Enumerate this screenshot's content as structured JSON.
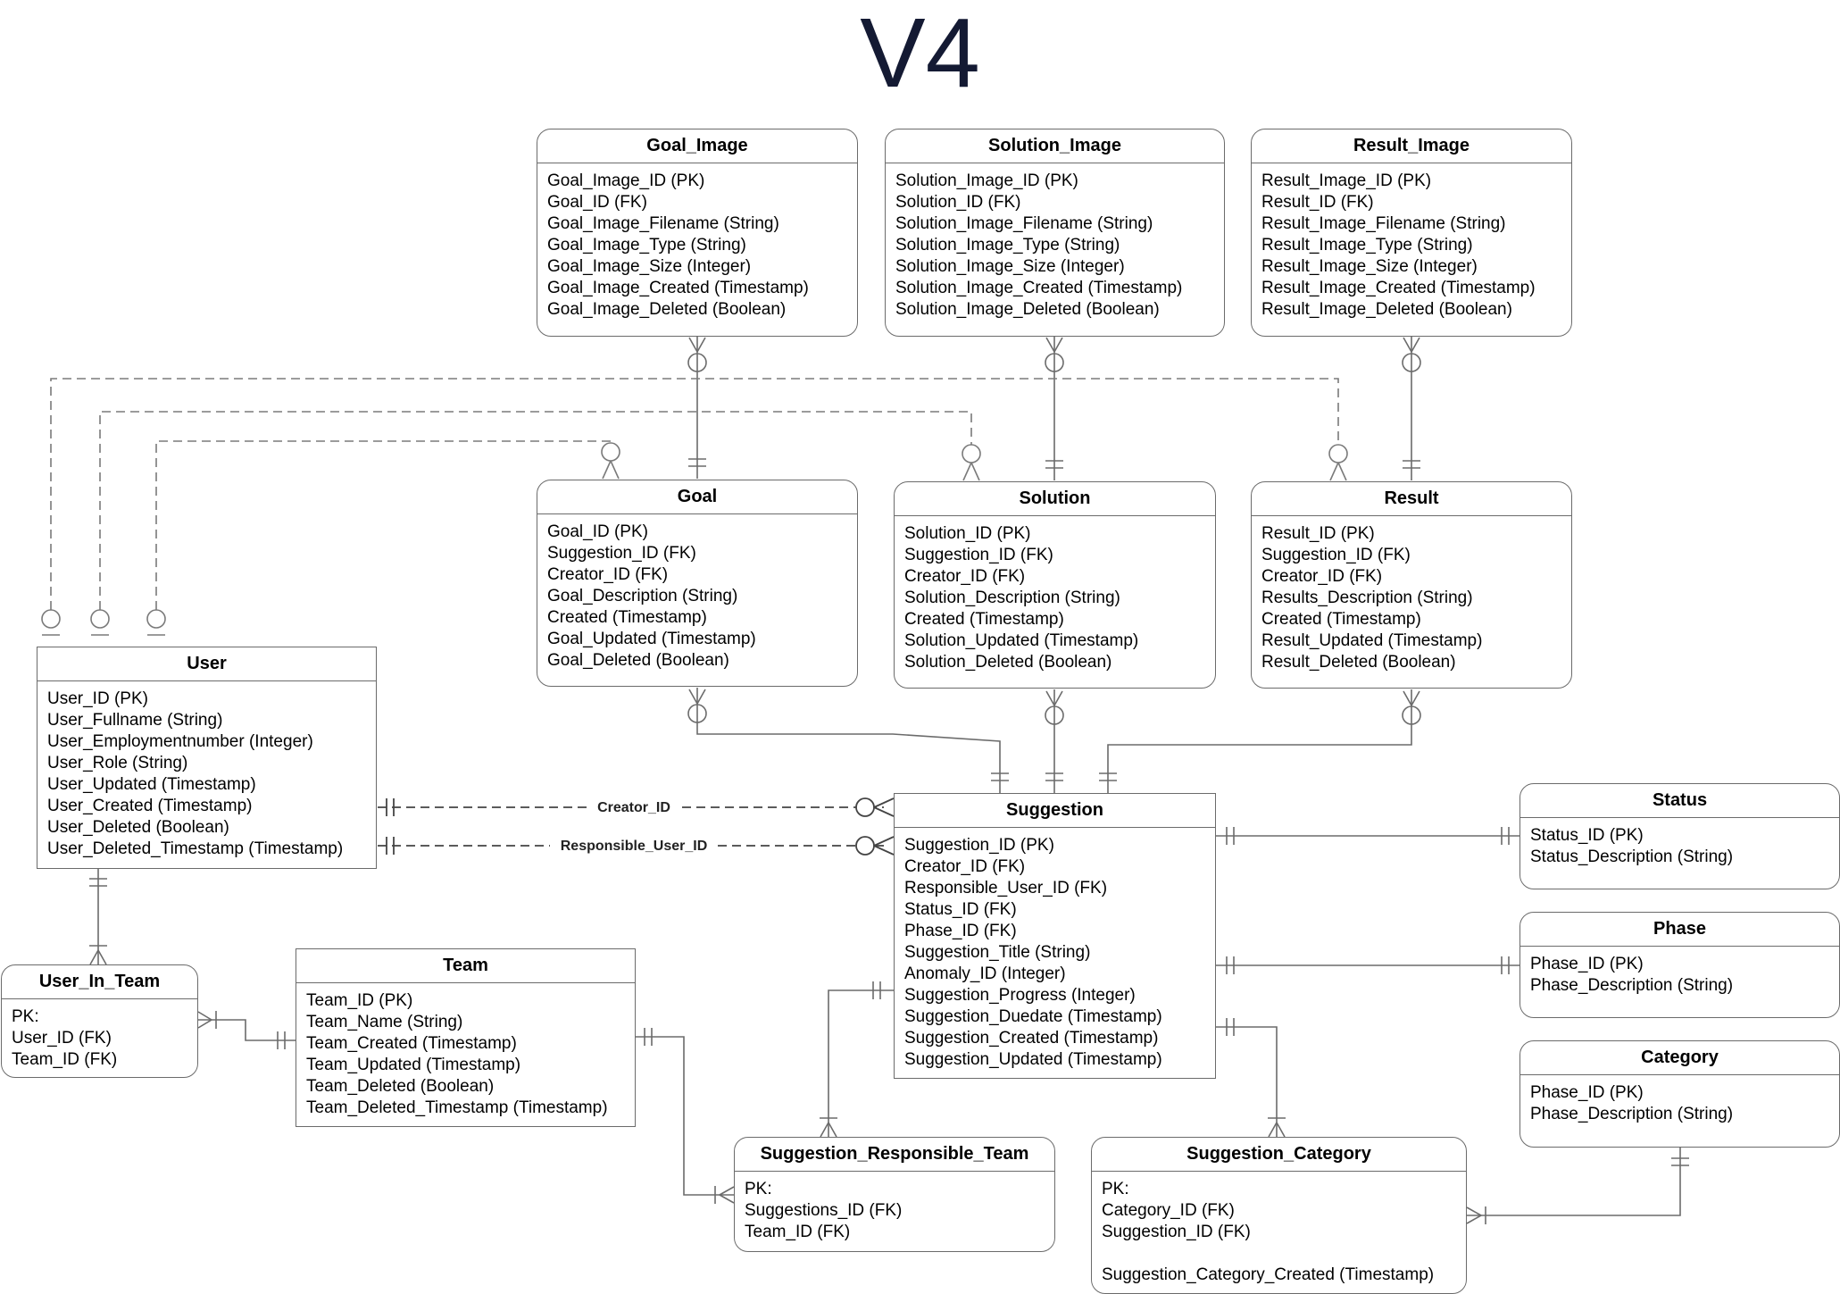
{
  "title": "V4",
  "entities": {
    "goal_image": {
      "name": "Goal_Image",
      "attributes": [
        "Goal_Image_ID (PK)",
        "Goal_ID (FK)",
        "Goal_Image_Filename (String)",
        "Goal_Image_Type (String)",
        "Goal_Image_Size (Integer)",
        "Goal_Image_Created (Timestamp)",
        "Goal_Image_Deleted (Boolean)"
      ]
    },
    "solution_image": {
      "name": "Solution_Image",
      "attributes": [
        "Solution_Image_ID (PK)",
        "Solution_ID (FK)",
        "Solution_Image_Filename (String)",
        "Solution_Image_Type (String)",
        "Solution_Image_Size (Integer)",
        "Solution_Image_Created (Timestamp)",
        "Solution_Image_Deleted (Boolean)"
      ]
    },
    "result_image": {
      "name": "Result_Image",
      "attributes": [
        "Result_Image_ID (PK)",
        "Result_ID (FK)",
        "Result_Image_Filename (String)",
        "Result_Image_Type (String)",
        "Result_Image_Size (Integer)",
        "Result_Image_Created (Timestamp)",
        "Result_Image_Deleted (Boolean)"
      ]
    },
    "goal": {
      "name": "Goal",
      "attributes": [
        "Goal_ID (PK)",
        "Suggestion_ID (FK)",
        "Creator_ID (FK)",
        "Goal_Description (String)",
        "Created (Timestamp)",
        "Goal_Updated (Timestamp)",
        "Goal_Deleted (Boolean)"
      ]
    },
    "solution": {
      "name": "Solution",
      "attributes": [
        "Solution_ID (PK)",
        "Suggestion_ID (FK)",
        "Creator_ID (FK)",
        "Solution_Description (String)",
        "Created (Timestamp)",
        "Solution_Updated (Timestamp)",
        "Solution_Deleted (Boolean)"
      ]
    },
    "result": {
      "name": "Result",
      "attributes": [
        "Result_ID (PK)",
        "Suggestion_ID (FK)",
        "Creator_ID (FK)",
        "Results_Description (String)",
        "Created (Timestamp)",
        "Result_Updated (Timestamp)",
        "Result_Deleted (Boolean)"
      ]
    },
    "user": {
      "name": "User",
      "attributes": [
        "User_ID (PK)",
        "User_Fullname (String)",
        "User_Employmentnumber (Integer)",
        "User_Role (String)",
        "User_Updated (Timestamp)",
        "User_Created (Timestamp)",
        "User_Deleted (Boolean)",
        "User_Deleted_Timestamp (Timestamp)"
      ]
    },
    "suggestion": {
      "name": "Suggestion",
      "attributes": [
        "Suggestion_ID (PK)",
        "Creator_ID (FK)",
        "Responsible_User_ID (FK)",
        "Status_ID (FK)",
        "Phase_ID (FK)",
        "Suggestion_Title (String)",
        "Anomaly_ID (Integer)",
        "Suggestion_Progress (Integer)",
        "Suggestion_Duedate (Timestamp)",
        "Suggestion_Created (Timestamp)",
        "Suggestion_Updated (Timestamp)"
      ]
    },
    "status": {
      "name": "Status",
      "attributes": [
        "Status_ID (PK)",
        "Status_Description (String)"
      ]
    },
    "phase": {
      "name": "Phase",
      "attributes": [
        "Phase_ID (PK)",
        "Phase_Description (String)"
      ]
    },
    "category": {
      "name": "Category",
      "attributes": [
        "Phase_ID (PK)",
        "Phase_Description (String)"
      ]
    },
    "user_in_team": {
      "name": "User_In_Team",
      "attributes": [
        "PK:",
        "User_ID (FK)",
        "Team_ID (FK)"
      ]
    },
    "team": {
      "name": "Team",
      "attributes": [
        "Team_ID (PK)",
        "Team_Name (String)",
        "Team_Created (Timestamp)",
        "Team_Updated (Timestamp)",
        "Team_Deleted (Boolean)",
        "Team_Deleted_Timestamp (Timestamp)"
      ]
    },
    "suggestion_responsible_team": {
      "name": "Suggestion_Responsible_Team",
      "attributes": [
        "PK:",
        "Suggestions_ID (FK)",
        "Team_ID (FK)"
      ]
    },
    "suggestion_category": {
      "name": "Suggestion_Category",
      "attributes": [
        "PK:",
        "Category_ID (FK)",
        "Suggestion_ID (FK)",
        "",
        "Suggestion_Category_Created (Timestamp)"
      ]
    }
  },
  "relations": {
    "creator_label": "Creator_ID",
    "responsible_label": "Responsible_User_ID"
  },
  "colors": {
    "line": "#6b6b6b",
    "dashed": "#7a7a7a",
    "title": "#141a33"
  }
}
